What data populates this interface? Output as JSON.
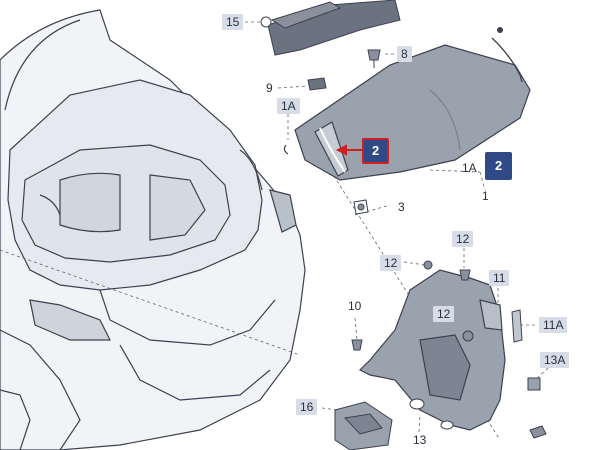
{
  "diagram": {
    "callouts": {
      "c15": "15",
      "c8": "8",
      "c9": "9",
      "c1A_top": "1A",
      "c2_selected": "2",
      "c1A_right": "1A",
      "c2_right": "2",
      "c1": "1",
      "c3": "3",
      "c12_a": "12",
      "c12_b": "12",
      "c11": "11",
      "c10": "10",
      "c12_c": "12",
      "c11A": "11A",
      "c13A": "13A",
      "c16": "16",
      "c13": "13"
    },
    "colors": {
      "line": "#3c4150",
      "vehicle_fill": "#f1f3f6",
      "trunk_fill": "#dfe4ea",
      "panel_fill": "#9aa2ae",
      "part_dark": "#6b7380",
      "selected_bg": "#2f4a86",
      "selected_border": "#d11f1f"
    }
  }
}
